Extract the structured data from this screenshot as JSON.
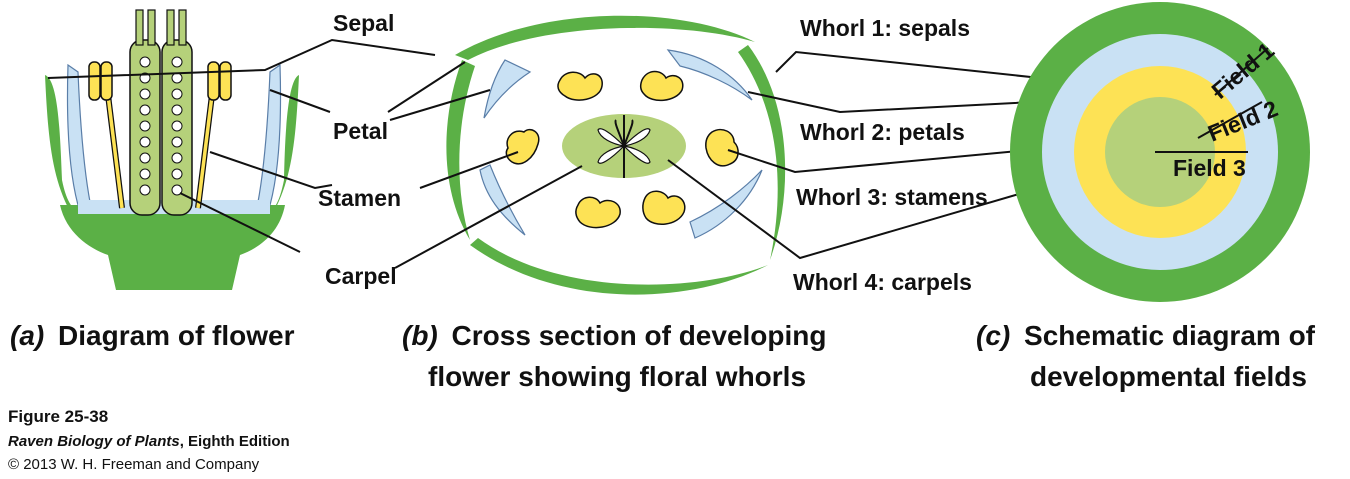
{
  "panel_a": {
    "labels": {
      "sepal": "Sepal",
      "petal": "Petal",
      "stamen": "Stamen",
      "carpel": "Carpel"
    },
    "caption_letter": "(a)",
    "caption_text": "Diagram of flower"
  },
  "panel_b": {
    "labels": {
      "whorl1": "Whorl 1: sepals",
      "whorl2": "Whorl 2: petals",
      "whorl3": "Whorl 3: stamens",
      "whorl4": "Whorl 4: carpels"
    },
    "caption_letter": "(b)",
    "caption_line1": "Cross section of developing",
    "caption_line2": "flower showing floral whorls"
  },
  "panel_c": {
    "labels": {
      "field1": "Field 1",
      "field2": "Field 2",
      "field3": "Field 3"
    },
    "caption_letter": "(c)",
    "caption_line1": "Schematic diagram of",
    "caption_line2": "developmental fields"
  },
  "credit": {
    "figure": "Figure 25-38",
    "book_title": "Raven Biology of Plants",
    "book_edition": ", Eighth Edition",
    "copyright": "© 2013 W. H. Freeman and Company"
  },
  "colors": {
    "sepal_green": "#5bb046",
    "carpel_light_green": "#b5d17a",
    "petal_blue": "#c9e1f4",
    "stamen_yellow": "#fde255"
  }
}
